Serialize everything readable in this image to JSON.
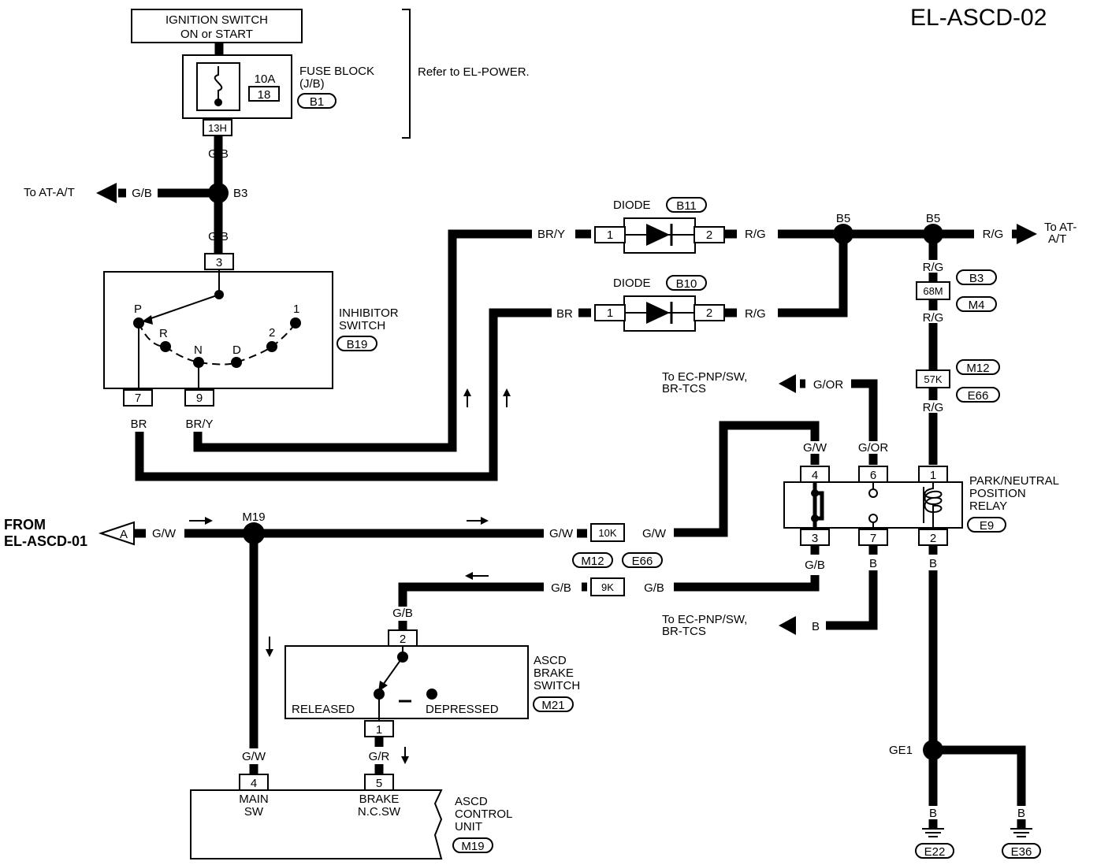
{
  "page_title": "EL-ASCD-02",
  "ignition": {
    "line1": "IGNITION SWITCH",
    "line2": "ON or START"
  },
  "fuse_block": {
    "label1": "FUSE BLOCK",
    "label2": "(J/B)",
    "amps": "10A",
    "fuse_no": "18",
    "connector": "B1",
    "terminal": "13H"
  },
  "refer_note": "Refer to EL-POWER.",
  "wires": {
    "g_b": "G/B",
    "br_y": "BR/Y",
    "br": "BR",
    "r_g": "R/G",
    "g_or": "G/OR",
    "g_w": "G/W",
    "b": "B",
    "g_r": "G/R"
  },
  "nodes": {
    "b3": "B3",
    "b5a": "B5",
    "b5b": "B5",
    "m19": "M19",
    "ge1": "GE1"
  },
  "to_at_at": "To AT-A/T",
  "to_at_at2_line1": "To AT-",
  "to_at_at2_line2": "A/T",
  "diode_b11": {
    "label": "DIODE",
    "connector": "B11",
    "pin_in": "1",
    "pin_out": "2"
  },
  "diode_b10": {
    "label": "DIODE",
    "connector": "B10",
    "pin_in": "1",
    "pin_out": "2"
  },
  "inhibitor": {
    "label1": "INHIBITOR",
    "label2": "SWITCH",
    "connector": "B19",
    "pin_top": "3",
    "pin_left": "7",
    "pin_mid": "9",
    "positions": {
      "p": "P",
      "r": "R",
      "n": "N",
      "d": "D",
      "two": "2",
      "one": "1"
    }
  },
  "joint_68m": {
    "id": "68M",
    "conn_top": "B3",
    "conn_bot": "M4"
  },
  "joint_57k": {
    "id": "57K",
    "conn_top": "M12",
    "conn_bot": "E66"
  },
  "joint_10k": {
    "id": "10K"
  },
  "joint_9k": {
    "id": "9K",
    "conn_left": "M12",
    "conn_right": "E66"
  },
  "to_ec_1": {
    "line1": "To EC-PNP/SW,",
    "line2": "BR-TCS"
  },
  "to_ec_2": {
    "line1": "To EC-PNP/SW,",
    "line2": "BR-TCS"
  },
  "relay": {
    "label1": "PARK/NEUTRAL",
    "label2": "POSITION",
    "label3": "RELAY",
    "connector": "E9",
    "pins": {
      "p4": "4",
      "p6": "6",
      "p1": "1",
      "p3": "3",
      "p7": "7",
      "p2": "2"
    }
  },
  "from_note": {
    "line1": "FROM",
    "line2": "EL-ASCD-01",
    "ref": "A"
  },
  "brake_switch": {
    "label1": "ASCD",
    "label2": "BRAKE",
    "label3": "SWITCH",
    "connector": "M21",
    "released": "RELEASED",
    "depressed": "DEPRESSED",
    "pin_top": "2",
    "pin_bot": "1"
  },
  "control_unit": {
    "label1": "ASCD",
    "label2": "CONTROL",
    "label3": "UNIT",
    "connector": "M19",
    "pin4": "4",
    "pin4_l1": "MAIN",
    "pin4_l2": "SW",
    "pin5": "5",
    "pin5_l1": "BRAKE",
    "pin5_l2": "N.C.SW"
  },
  "grounds": {
    "e22": "E22",
    "e36": "E36"
  }
}
